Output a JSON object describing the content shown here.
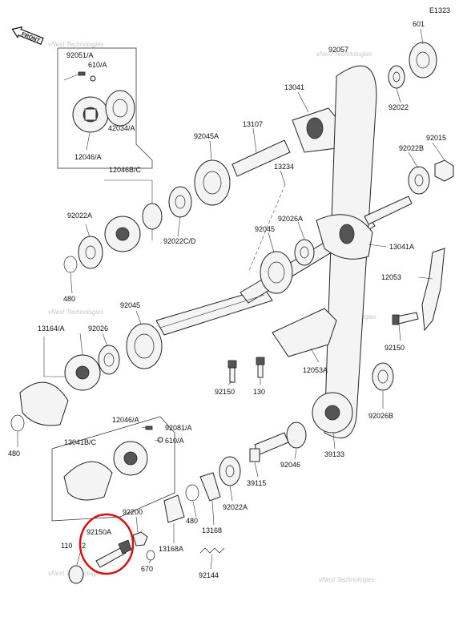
{
  "diagram_code": "E1323",
  "front_label": "FRONT",
  "watermark": "vNext Technologies",
  "highlight_color": "#d41111",
  "labels": {
    "p601": "601",
    "p92057": "92057",
    "p92022": "92022",
    "p92015": "92015",
    "p92022B": "92022B",
    "p13041": "13041",
    "p13107": "13107",
    "p92045A": "92045A",
    "p13234": "13234",
    "p92026A": "92026A",
    "p92045_top": "92045",
    "p13041A": "13041A",
    "p12053": "12053",
    "p92150_right": "92150",
    "p12053A": "12053A",
    "p92150_mid": "92150",
    "p130": "130",
    "p92026B": "92026B",
    "p39133": "39133",
    "p92046": "92046",
    "p39115": "39115",
    "p92022A_bottom": "92022A",
    "p13168": "13168",
    "p13168A": "13168A",
    "p92144": "92144",
    "p92200": "92200",
    "p670": "670",
    "p480_mid": "480",
    "p92150A": "92150A",
    "p110": "110",
    "p2": "2",
    "p92051A_top": "92051/A",
    "p610A_top": "610/A",
    "p42034A": "42034/A",
    "p12046A_top": "12046/A",
    "p12046BC": "12046B/C",
    "p92022A_left": "92022A",
    "p92022CD": "92022C/D",
    "p480_top": "480",
    "p92045_left": "92045",
    "p13164A": "13164/A",
    "p92026": "92026",
    "p480_left": "480",
    "p12046A_mid": "12046/A",
    "p92081A": "92081/A",
    "p610A_mid": "610/A",
    "p13041BC": "13041B/C"
  }
}
